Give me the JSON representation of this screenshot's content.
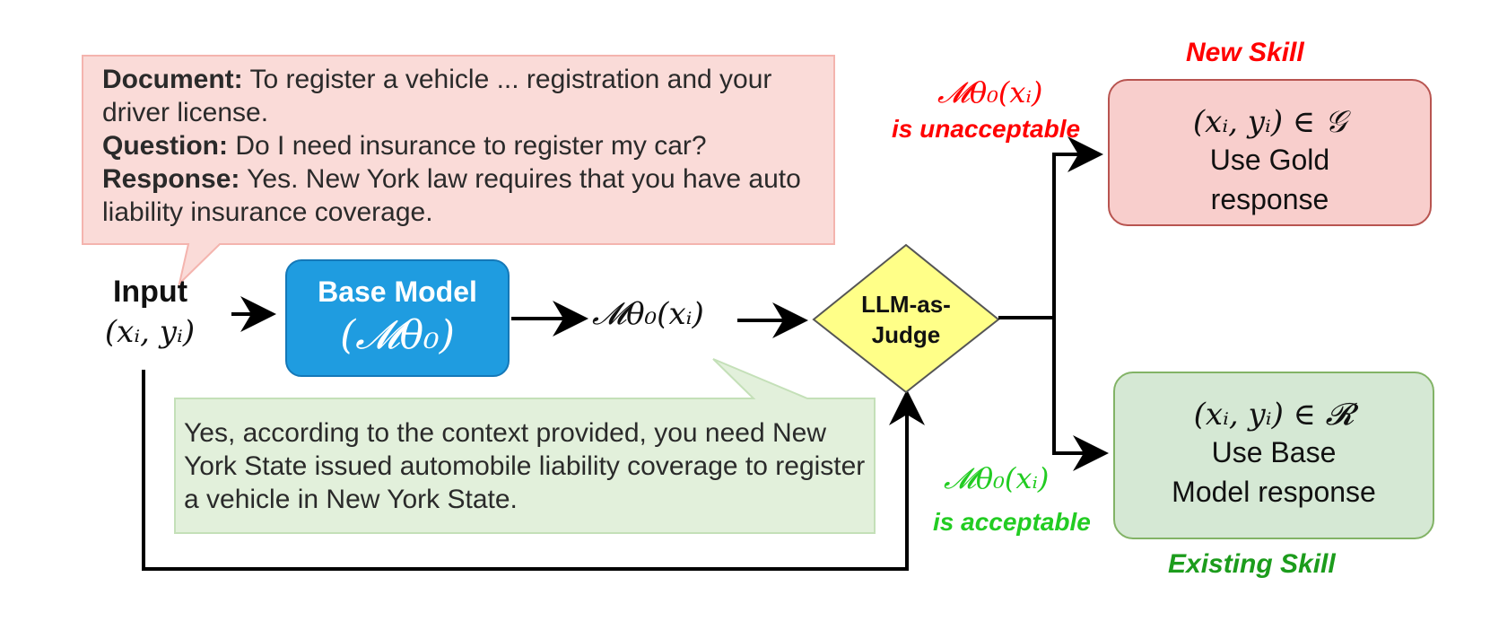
{
  "document_callout": {
    "document_label": "Document:",
    "document_text": " To register a vehicle ...  registration and your driver license.",
    "question_label": "Question:",
    "question_text": " Do I need insurance to register my car?",
    "response_label": "Response:",
    "response_text": " Yes. New York law requires that you have auto liability insurance coverage."
  },
  "model_response_callout": {
    "text": "Yes, according to the context provided, you need New York State issued automobile liability coverage to register a vehicle in New York State."
  },
  "input": {
    "label": "Input",
    "math": "(xᵢ, yᵢ)"
  },
  "base_model": {
    "label": "Base Model",
    "symbol": "(𝓜θ₀)"
  },
  "model_output": "𝓜θ₀(xᵢ)",
  "judge": {
    "line1": "LLM-as-",
    "line2": "Judge"
  },
  "new_skill": {
    "heading": "New Skill",
    "math": "(xᵢ, yᵢ) ∈ 𝒢",
    "line1": "Use Gold",
    "line2": "response",
    "condition_math": "𝓜θ₀(xᵢ)",
    "condition_text": "is unacceptable"
  },
  "existing_skill": {
    "heading": "Existing Skill",
    "math": "(xᵢ, yᵢ) ∈ 𝓡",
    "line1": "Use Base",
    "line2": "Model response",
    "condition_math": "𝓜θ₀(xᵢ)",
    "condition_text": "is acceptable"
  },
  "colors": {
    "base_model_fill": "#1f9ce0",
    "judge_fill": "#ffff88",
    "new_skill_fill": "#f8cecc",
    "existing_skill_fill": "#d5e8d4",
    "doc_callout_fill": "#fadbd8",
    "response_callout_fill": "#e2f0db",
    "unacceptable": "#ff0000",
    "acceptable": "#22cc22"
  }
}
